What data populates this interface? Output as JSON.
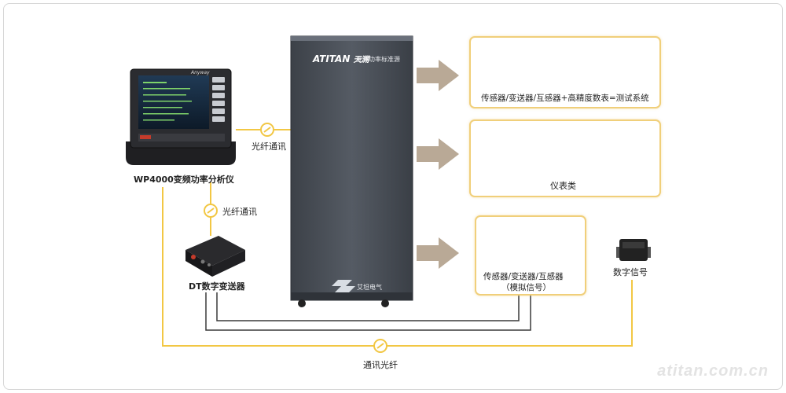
{
  "colors": {
    "fiber_line": "#f2c744",
    "signal_line": "#3a3a3a",
    "cabinet": "#4a5059",
    "arrow": "#b9a996",
    "box_border": "#f0cf7a"
  },
  "analyzer": {
    "label": "WP4000变频功率分析仪",
    "brand": "Anyway",
    "icon": "power-analyzer-icon"
  },
  "fiber_top": {
    "label": "光纤通讯",
    "icon": "fiber-connector-icon"
  },
  "fiber_mid": {
    "label": "光纤通讯",
    "icon": "fiber-connector-icon"
  },
  "fiber_bottom": {
    "label": "通讯光纤",
    "icon": "fiber-connector-icon"
  },
  "cabinet": {
    "brand": "ATITAN",
    "brand_cn": "天溯",
    "title": "变频功率标准源",
    "footer": "艾坦电气",
    "icon": "standard-source-cabinet-icon"
  },
  "boxes": [
    {
      "caption": "传感器/变送器/互感器+高精度数表=测试系统",
      "icon": "sensors-and-meters-icon"
    },
    {
      "caption": "仪表类",
      "icon": "instruments-icon"
    },
    {
      "caption": "传感器/变送器/互感器",
      "caption2": "（模拟信号）",
      "icon": "sensors-analog-icon"
    }
  ],
  "transmitter": {
    "label": "DT数字变送器",
    "icon": "digital-transmitter-icon"
  },
  "digital_signal": {
    "label": "数字信号",
    "icon": "digital-sensor-icon"
  },
  "watermark": "atitan.com.cn"
}
